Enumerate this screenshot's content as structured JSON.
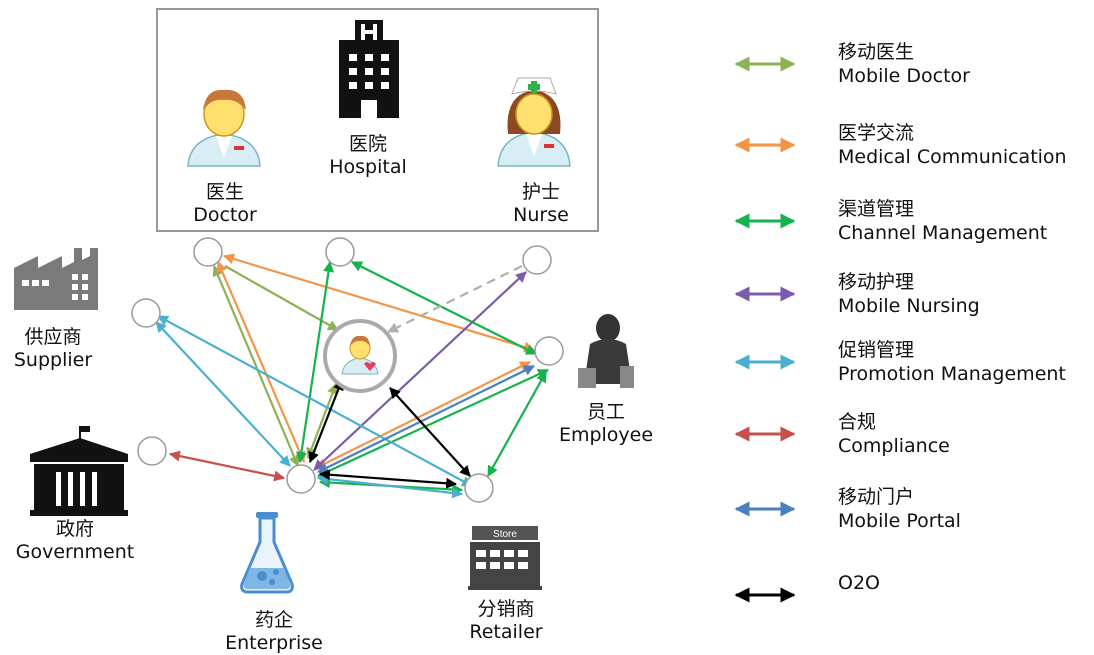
{
  "nodes": {
    "hospital": {
      "zh": "医院",
      "en": "Hospital"
    },
    "doctor": {
      "zh": "医生",
      "en": "Doctor"
    },
    "nurse": {
      "zh": "护士",
      "en": "Nurse"
    },
    "supplier": {
      "zh": "供应商",
      "en": "Supplier"
    },
    "government": {
      "zh": "政府",
      "en": "Government"
    },
    "enterprise": {
      "zh": "药企",
      "en": "Enterprise"
    },
    "retailer": {
      "zh": "分销商",
      "en": "Retailer"
    },
    "employee": {
      "zh": "员工",
      "en": "Employee"
    },
    "store_sign": "Store"
  },
  "legend": [
    {
      "zh": "移动医生",
      "en": "Mobile Doctor",
      "color": "#8db254"
    },
    {
      "zh": "医学交流",
      "en": "Medical Communication",
      "color": "#f39446"
    },
    {
      "zh": "渠道管理",
      "en": "Channel Management",
      "color": "#16b24d"
    },
    {
      "zh": "移动护理",
      "en": "Mobile Nursing",
      "color": "#7c5bab"
    },
    {
      "zh": "促销管理",
      "en": "Promotion Management",
      "color": "#4bb0cf"
    },
    {
      "zh": "合规",
      "en": "Compliance",
      "color": "#c7504c"
    },
    {
      "zh": "移动门户",
      "en": "Mobile Portal",
      "color": "#4a7fc0"
    },
    {
      "zh": "",
      "en": "O2O",
      "color": "#000000"
    }
  ]
}
